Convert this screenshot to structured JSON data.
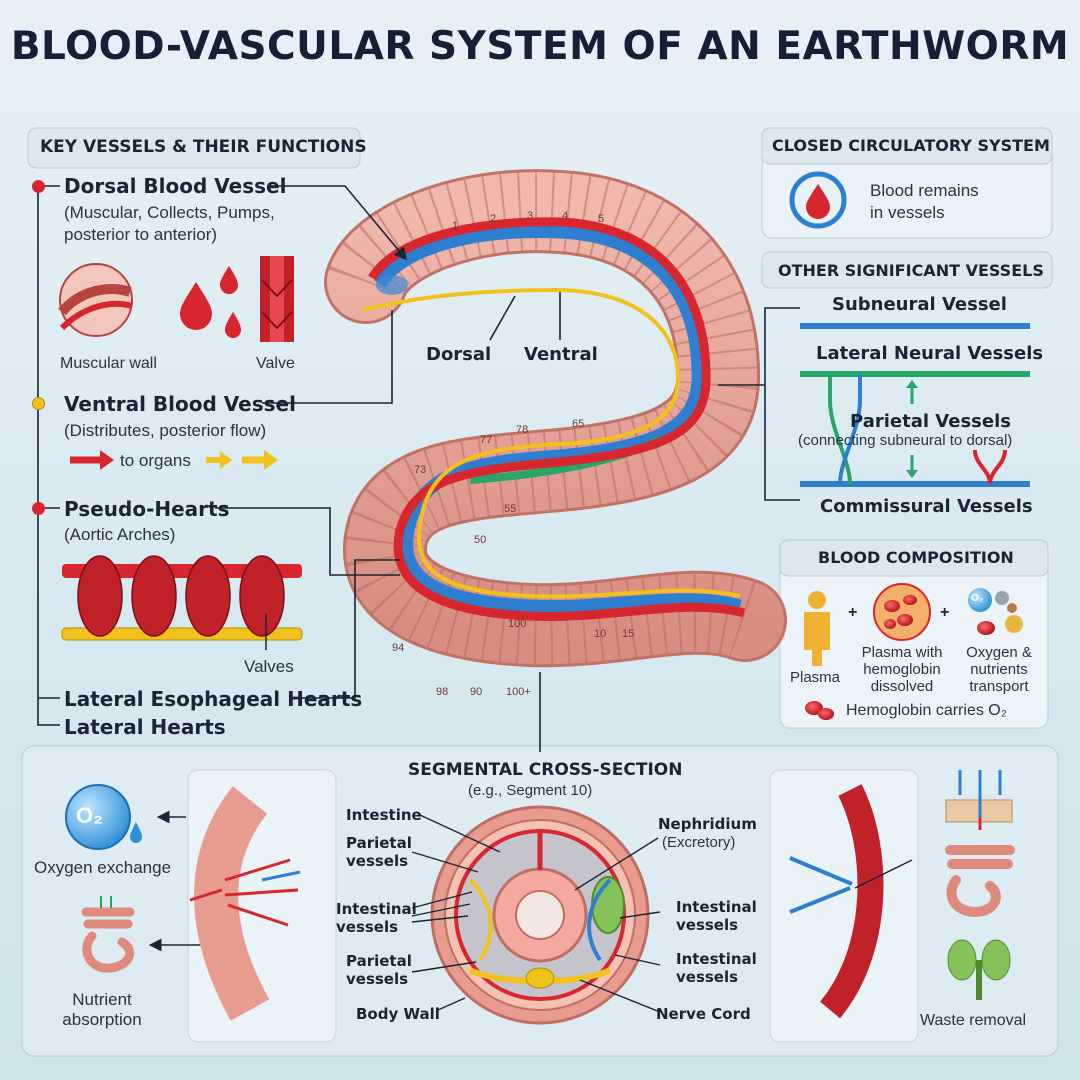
{
  "title": "BLOOD-VASCULAR SYSTEM OF AN EARTHWORM",
  "key_vessels": {
    "heading": "KEY VESSELS & THEIR FUNCTIONS",
    "dorsal": {
      "title": "Dorsal Blood Vessel",
      "desc1": "(Muscular, Collects, Pumps,",
      "desc2": "posterior to anterior)",
      "muscular_wall": "Muscular wall",
      "valve": "Valve"
    },
    "ventral": {
      "title": "Ventral Blood Vessel",
      "desc": "(Distributes, posterior flow)",
      "to_organs": "to organs"
    },
    "pseudo": {
      "title": "Pseudo-Hearts",
      "desc": "(Aortic Arches)",
      "valves": "Valves"
    },
    "lateral_esophageal": "Lateral Esophageal Hearts",
    "lateral_hearts": "Lateral Hearts"
  },
  "worm": {
    "dorsal_label": "Dorsal",
    "ventral_label": "Ventral",
    "segments": [
      "1",
      "2",
      "3",
      "4",
      "5",
      "55",
      "65",
      "73",
      "77",
      "78",
      "100",
      "10",
      "15",
      "50",
      "90",
      "94",
      "98",
      "100+"
    ]
  },
  "closed": {
    "heading": "CLOSED CIRCULATORY SYSTEM",
    "text1": "Blood remains",
    "text2": "in vessels"
  },
  "other": {
    "heading": "OTHER SIGNIFICANT VESSELS",
    "subneural": "Subneural Vessel",
    "lateral_neural": "Lateral Neural Vessels",
    "parietal": "Parietal Vessels",
    "parietal_desc": "(connecting subneural to dorsal)",
    "commissural": "Commissural Vessels"
  },
  "composition": {
    "heading": "BLOOD COMPOSITION",
    "plasma": "Plasma",
    "plus": "+",
    "hemo1": "Plasma with",
    "hemo2": "hemoglobin",
    "hemo3": "dissolved",
    "oxy1": "Oxygen &",
    "oxy2": "nutrients",
    "oxy3": "transport",
    "carries": "Hemoglobin carries O₂",
    "o2_badge": "O₂"
  },
  "cross": {
    "heading": "SEGMENTAL CROSS-SECTION",
    "subheading": "(e.g., Segment 10)",
    "intestine": "Intestine",
    "parietal_l1": "Parietal",
    "parietal_l2": "vessels",
    "intestinal_l1": "Intestinal",
    "intestinal_l2": "vessels",
    "body_wall": "Body Wall",
    "nephridium": "Nephridium",
    "nephridium_sub": "(Excretory)",
    "nerve_cord": "Nerve Cord"
  },
  "bottom_left": {
    "o2_badge": "O₂",
    "oxygen": "Oxygen exchange",
    "nutrient1": "Nutrient",
    "nutrient2": "absorption"
  },
  "bottom_right": {
    "waste": "Waste removal"
  },
  "colors": {
    "blood": "#d8262e",
    "ventral": "#f1c21b",
    "lateral": "#2f7fd0",
    "neural": "#2aa56a",
    "worm": "#e7a79c"
  }
}
